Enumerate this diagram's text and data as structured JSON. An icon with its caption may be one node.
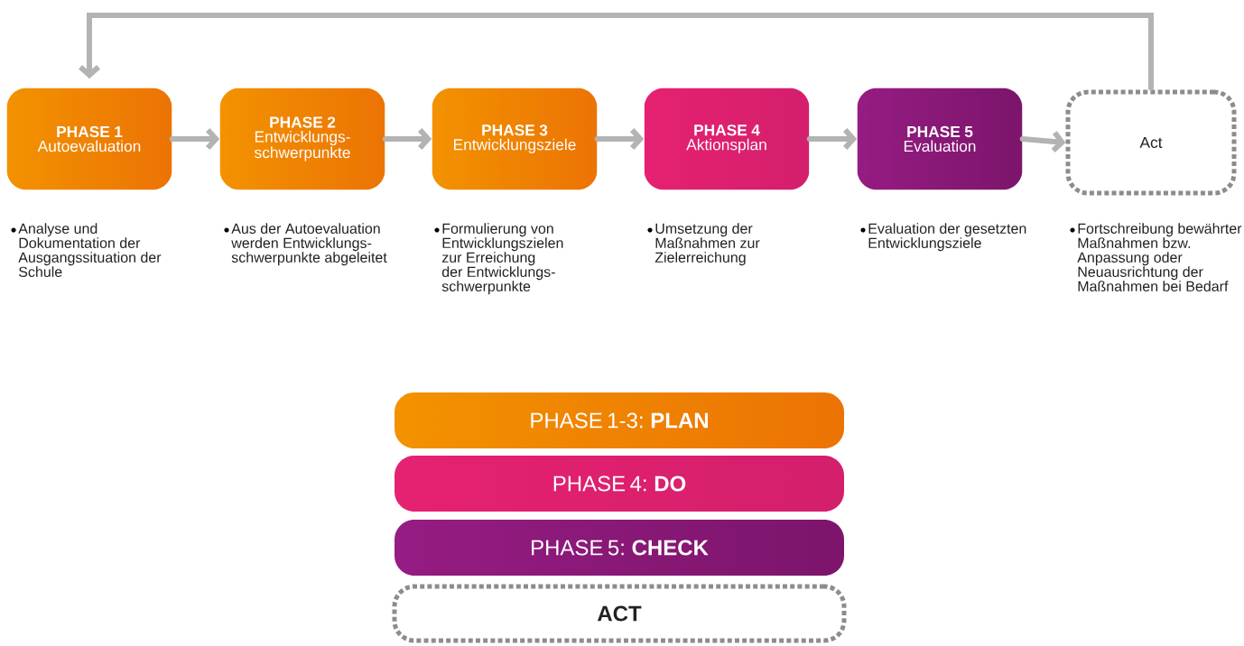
{
  "diagram": {
    "nodes": [
      {
        "text": [
          "PHASE 1",
          "Autoevaluation"
        ]
      },
      {
        "text": [
          "PHASE 2",
          "Entwicklungs- schwerpunkte"
        ]
      },
      {
        "text": [
          "PHASE 3",
          "Entwicklungsziele"
        ]
      },
      {
        "text": [
          "PHASE 4",
          "Aktionsplan"
        ]
      },
      {
        "text": [
          "PHASE 5",
          "Evaluation"
        ]
      },
      {
        "text": [
          "Act"
        ]
      },
      {
        "text": [
          "PHASE 1-3: **PLAN**"
        ]
      },
      {
        "text": [
          "PHASE 4: **DO**"
        ]
      },
      {
        "text": [
          "PHASE 5: **CHECK**"
        ]
      },
      {
        "text": [
          "ACT"
        ]
      }
    ],
    "edges": [
      {
        "from": 0,
        "to": 1,
        "arrow": "to"
      },
      {
        "from": 1,
        "to": 2,
        "arrow": "to"
      },
      {
        "from": 2,
        "to": 3,
        "arrow": "to"
      },
      {
        "from": 3,
        "to": 4,
        "arrow": "to"
      },
      {
        "from": 4,
        "to": 5,
        "arrow": "to"
      },
      {
        "from": 5,
        "to": 0,
        "arrow": "to"
      }
    ],
    "labels": [
      "Analyse und Dokumentation der Ausgangssituation der Schule",
      "Aus der Autoevaluation werden Entwicklungs- schwerpunkte abgeleitet",
      "Formulierung von Entwicklungszielen zur Erreichung der Entwicklungs- schwerpunkte",
      "Umsetzung der Maßnahmen zur Zielerreichung",
      "Evaluation der gesetzten Entwicklungsziele",
      "Fortschreibung bewährter Maßnahmen bzw. Anpassung oder Neuausrichtung der Maßnahmen bei Bedarf"
    ]
  }
}
